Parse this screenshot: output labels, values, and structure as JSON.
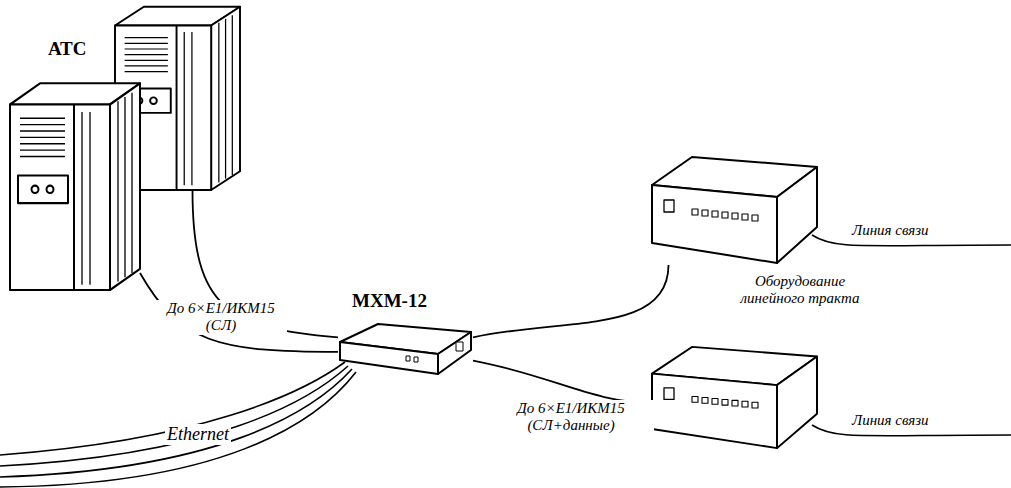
{
  "diagram": {
    "nodes": [
      {
        "text": []
      },
      {
        "text": [
          "АТС"
        ]
      },
      {
        "text": [
          "МХМ-12"
        ]
      },
      {
        "text": [
          "Оборудование линейного тракта"
        ]
      },
      {
        "text": []
      }
    ],
    "edges": [
      {
        "from": 0,
        "to": 2,
        "arrow": "none"
      },
      {
        "from": 1,
        "to": 2,
        "label": "До 6×Е1/ИКМ15 (СЛ)",
        "arrow": "none"
      },
      {
        "from": 2,
        "to": 3,
        "arrow": "none"
      },
      {
        "from": 2,
        "to": 4,
        "label": "До 6×Е1/ИКМ15 (СЛ+данные)",
        "arrow": "none"
      }
    ],
    "labels": [
      "Ethernet",
      "Линия связи",
      "Линия связи"
    ]
  }
}
